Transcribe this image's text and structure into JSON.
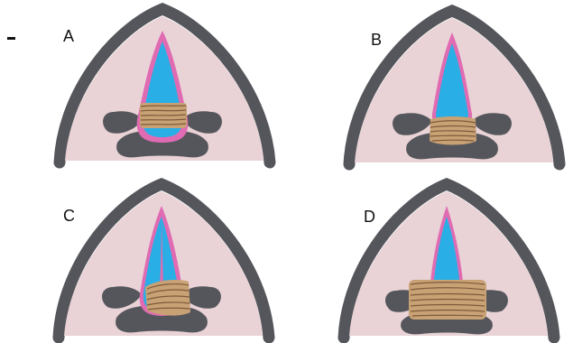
{
  "marker": "-",
  "panels": {
    "a": {
      "label": "A"
    },
    "b": {
      "label": "B"
    },
    "c": {
      "label": "C"
    },
    "d": {
      "label": "D"
    }
  },
  "colors": {
    "cartilage": "#55565b",
    "background": "#e9d3d7",
    "mucosa": "#e06bb2",
    "airway": "#29aee6",
    "tissue": "#c8a174",
    "tissue_stripe": "#7d5a3b"
  }
}
